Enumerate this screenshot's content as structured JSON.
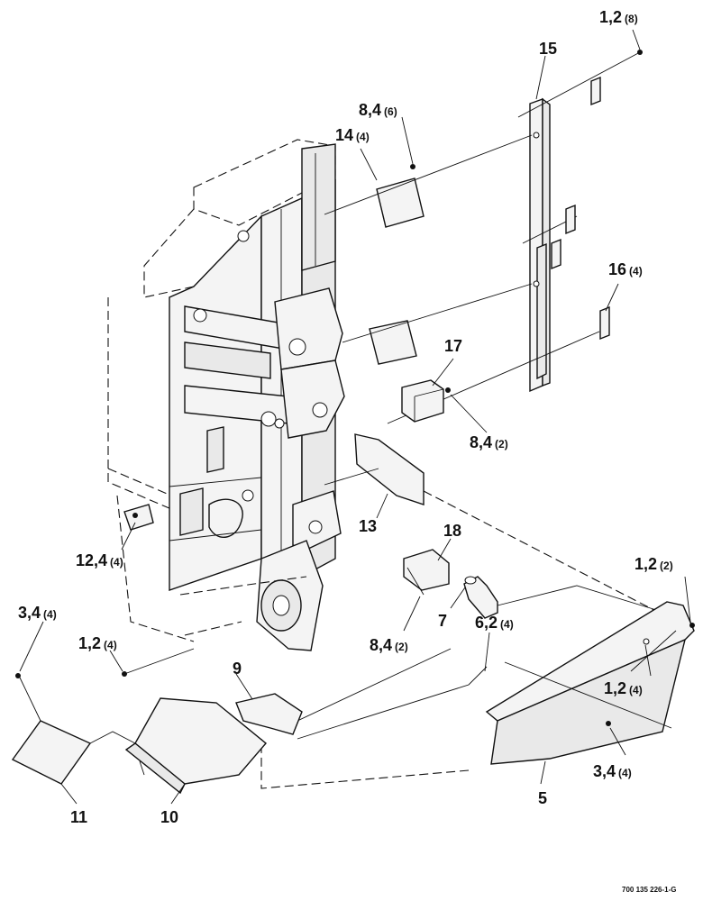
{
  "callouts": [
    {
      "id": "c-1-2-8",
      "num": "1,2",
      "qty": "(8)"
    },
    {
      "id": "c-15",
      "num": "15",
      "qty": ""
    },
    {
      "id": "c-8-4-6",
      "num": "8,4",
      "qty": "(6)"
    },
    {
      "id": "c-14-4",
      "num": "14",
      "qty": "(4)"
    },
    {
      "id": "c-16-4",
      "num": "16",
      "qty": "(4)"
    },
    {
      "id": "c-17",
      "num": "17",
      "qty": ""
    },
    {
      "id": "c-8-4-2a",
      "num": "8,4",
      "qty": "(2)"
    },
    {
      "id": "c-13",
      "num": "13",
      "qty": ""
    },
    {
      "id": "c-18",
      "num": "18",
      "qty": ""
    },
    {
      "id": "c-12-4-4",
      "num": "12,4",
      "qty": "(4)"
    },
    {
      "id": "c-1-2-2",
      "num": "1,2",
      "qty": "(2)"
    },
    {
      "id": "c-7",
      "num": "7",
      "qty": ""
    },
    {
      "id": "c-8-4-2b",
      "num": "8,4",
      "qty": "(2)"
    },
    {
      "id": "c-6-2-4",
      "num": "6,2",
      "qty": "(4)"
    },
    {
      "id": "c-3-4-4a",
      "num": "3,4",
      "qty": "(4)"
    },
    {
      "id": "c-1-2-4a",
      "num": "1,2",
      "qty": "(4)"
    },
    {
      "id": "c-9",
      "num": "9",
      "qty": ""
    },
    {
      "id": "c-1-2-4b",
      "num": "1,2",
      "qty": "(4)"
    },
    {
      "id": "c-3-4-4b",
      "num": "3,4",
      "qty": "(4)"
    },
    {
      "id": "c-5",
      "num": "5",
      "qty": ""
    },
    {
      "id": "c-11",
      "num": "11",
      "qty": ""
    },
    {
      "id": "c-10",
      "num": "10",
      "qty": ""
    }
  ],
  "footer": {
    "drawing_number": "700 135 226-1-G"
  }
}
